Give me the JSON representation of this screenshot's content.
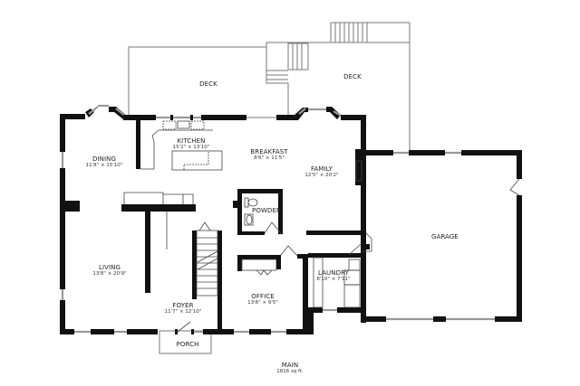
{
  "floorplan": {
    "level": "MAIN",
    "area": "1816 sq ft.",
    "rooms": {
      "deck1": {
        "name": "DECK",
        "dim": ""
      },
      "deck2": {
        "name": "DECK",
        "dim": ""
      },
      "kitchen": {
        "name": "KITCHEN",
        "dim": "15'2\" × 13'10\""
      },
      "dining": {
        "name": "DINING",
        "dim": "11'8\" × 15'10\""
      },
      "breakfast": {
        "name": "BREAKFAST",
        "dim": "8'6\" × 11'5\""
      },
      "family": {
        "name": "FAMILY",
        "dim": "12'5\" × 20'2\""
      },
      "powder": {
        "name": "POWDER",
        "dim": ""
      },
      "garage": {
        "name": "GARAGE",
        "dim": ""
      },
      "living": {
        "name": "LIVING",
        "dim": "13'8\" × 20'9\""
      },
      "foyer": {
        "name": "FOYER",
        "dim": "11'7\" × 12'10\""
      },
      "office": {
        "name": "OFFICE",
        "dim": "13'6\" × 9'5\""
      },
      "laundry": {
        "name": "LAUNDRY",
        "dim": "8'10\" × 7'11\""
      },
      "porch": {
        "name": "PORCH",
        "dim": ""
      }
    },
    "colors": {
      "wall": "#111111",
      "line": "#777777",
      "window": "#999999"
    }
  }
}
